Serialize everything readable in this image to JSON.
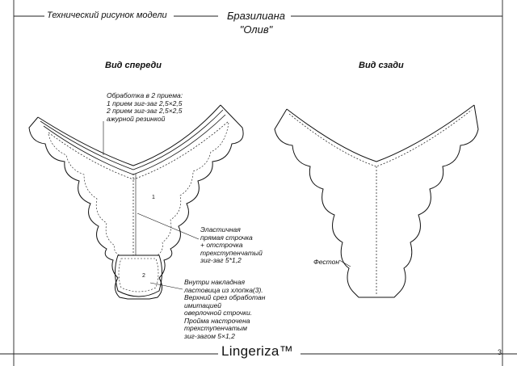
{
  "header": {
    "left_label": "Технический рисунок модели",
    "title_line1": "Бразилиана",
    "title_line2": "\"Олив\""
  },
  "views": {
    "front": "Вид спереди",
    "back": "Вид сзади"
  },
  "annotations": {
    "processing": "Обработка в 2 приема:\n1 прием зиг-заг 2,5×2,5\n2 прием зиг-заг 2,5×2,5\nажурной резинкой",
    "stitch": "Эластичная\nпрямая строчка\n+ отстрочка\nтрехступенчатый\nзиг-заг 5*1,2",
    "gusset": "Внутри накладная\nластовица из хлопка(3).\nВерхний срез обработан\nимитацией\nоверлочной строчки.\nПройма настрочена\nтрехступенчатым\nзиг-загом 5×1,2",
    "scallop": "Фестон"
  },
  "part_labels": {
    "part1": "1",
    "part2": "2"
  },
  "footer": {
    "brand": "Lingeriza™",
    "page_number": "3"
  }
}
